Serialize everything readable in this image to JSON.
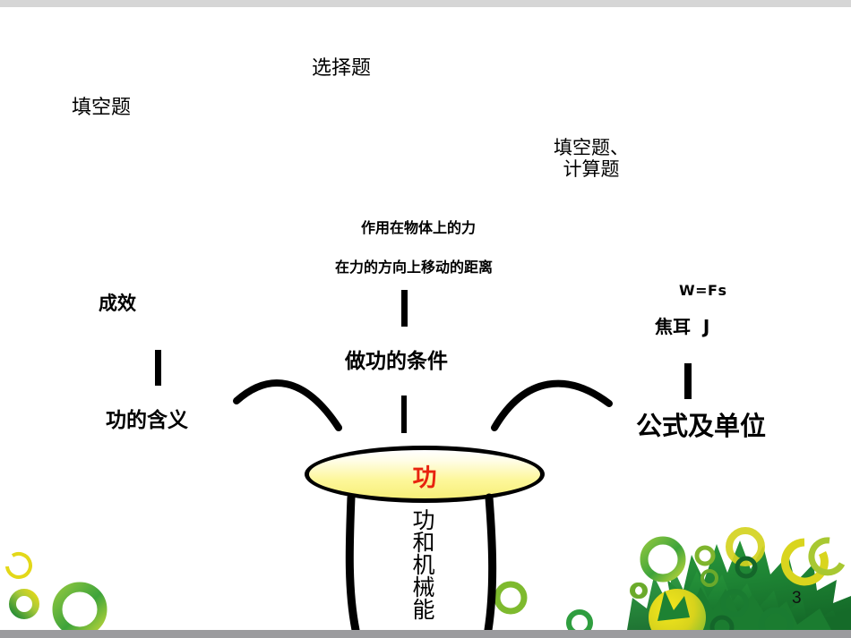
{
  "slide": {
    "page_number": "3",
    "center_node": {
      "label": "功",
      "label_color": "#e8230f",
      "fill_top": "#ffffff",
      "fill_bottom": "#f7ef7a",
      "outline_color": "#000000"
    },
    "vertical_caption": "功和机械能",
    "branches": {
      "left": {
        "top_label": "成效",
        "main_label": "功的含义",
        "question_type": "填空题"
      },
      "center": {
        "condition_1": "作用在物体上的力",
        "condition_2": "在力的方向上移动的距离",
        "main_label": "做功的条件",
        "question_type": "选择题"
      },
      "right": {
        "formula": "W=Fs",
        "unit": "焦耳  J",
        "main_label": "公式及单位",
        "question_type": "填空题、\n计算题"
      }
    },
    "decoration": {
      "leaf_color_dark": "#197b31",
      "leaf_color_mid": "#2f9e3f",
      "ring_green": "#5fae2c",
      "ring_yellow": "#e3d819",
      "blob_yellow": "#e8d71b"
    }
  }
}
